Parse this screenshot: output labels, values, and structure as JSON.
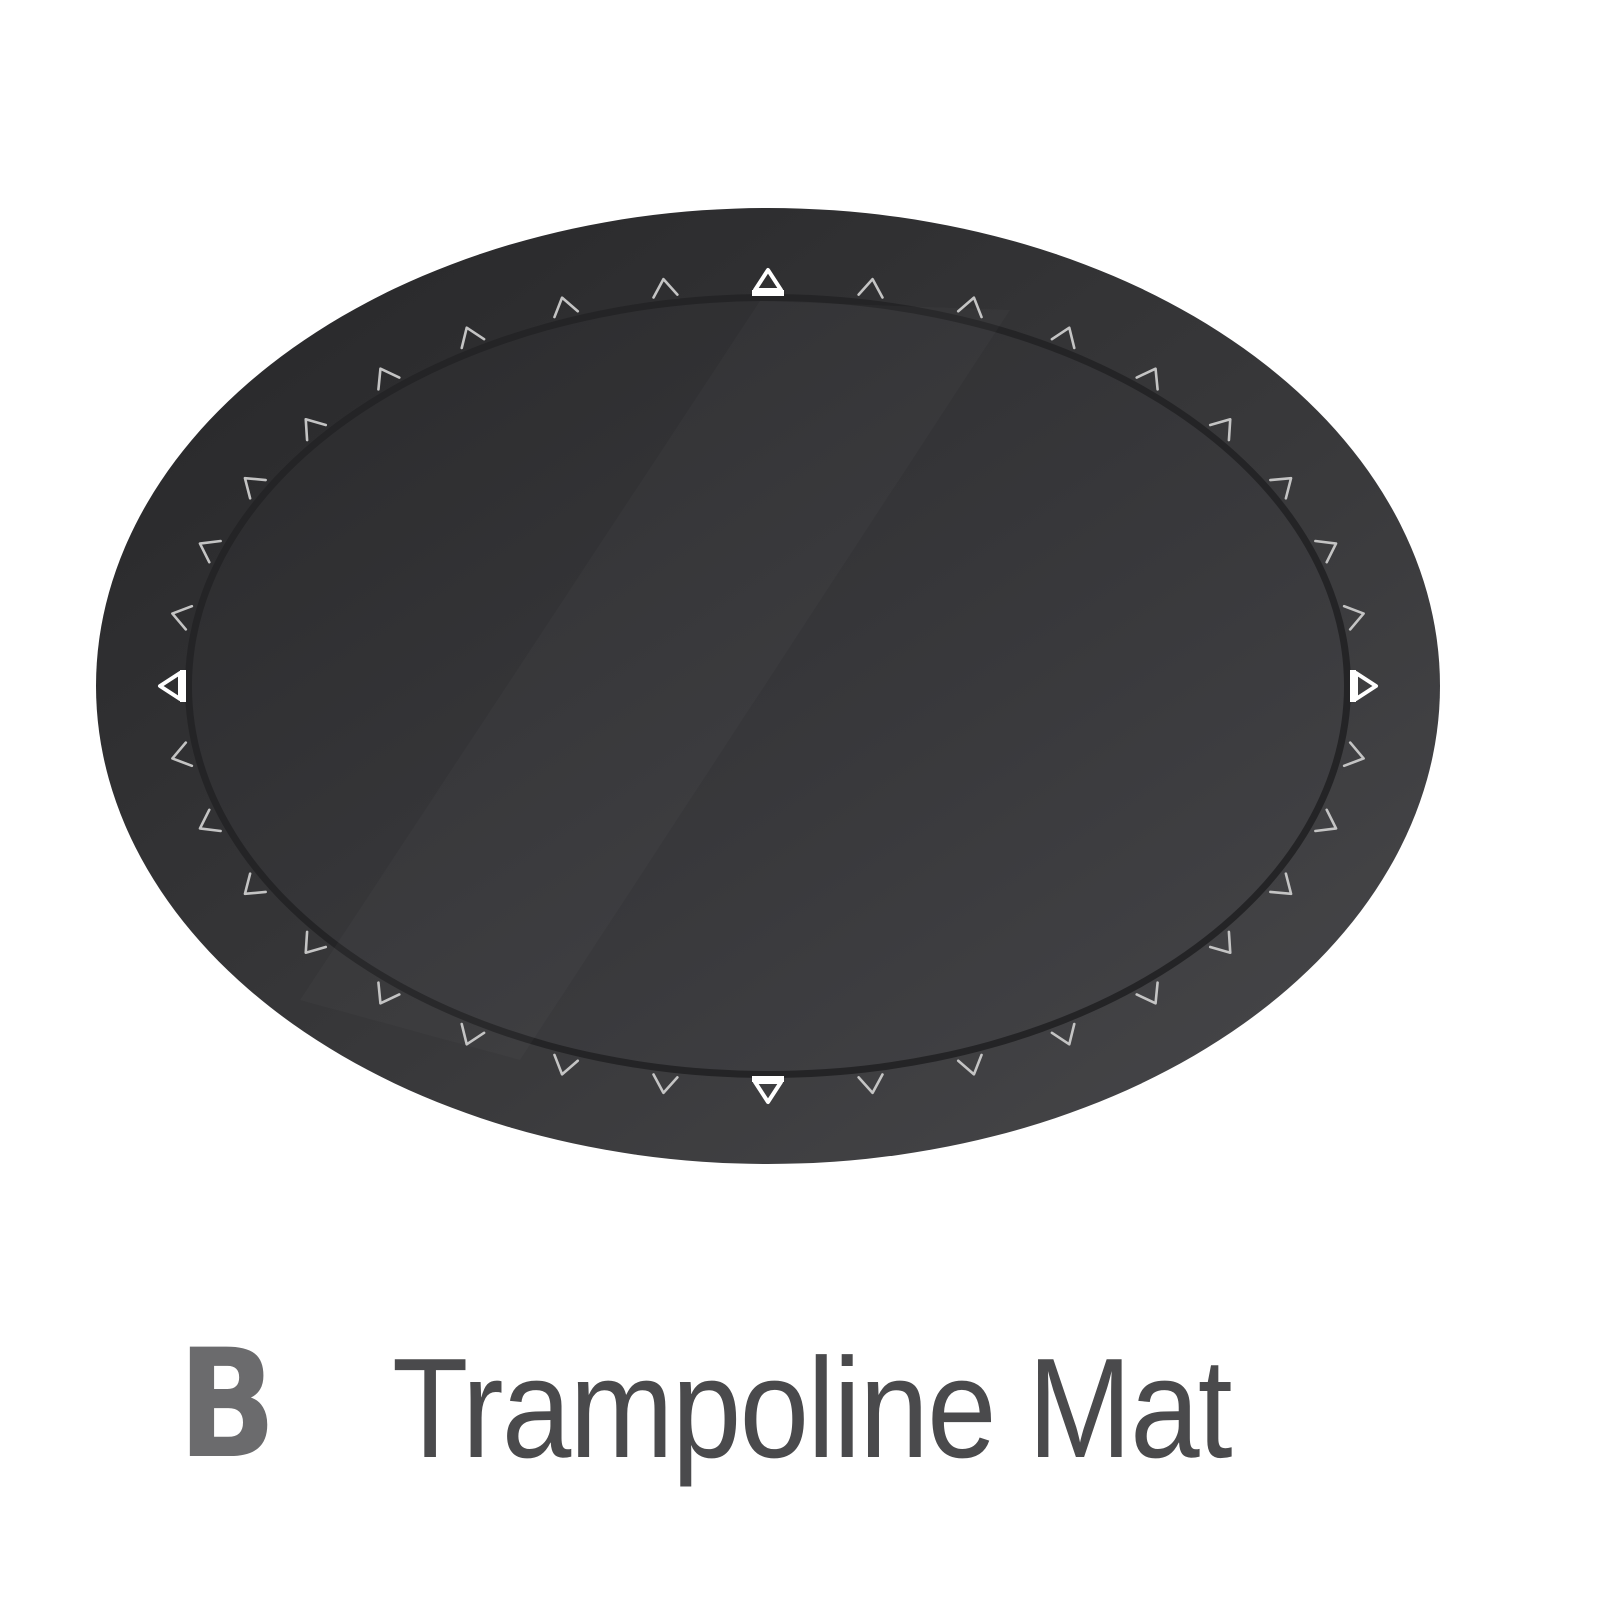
{
  "figure": {
    "subject": "trampoline-mat",
    "colors": {
      "mat_dark": "#2b2b2d",
      "mat_light": "#48484b",
      "inner_border": "#242426",
      "marker": "#c4c4c4",
      "marker_cardinal": "#ffffff",
      "letter": "#6b6b6d",
      "name": "#4a4a4c"
    },
    "attachment_markers_per_quadrant": 9,
    "marker_icon": "v-ring-icon",
    "cardinal_marker_icon": "triangle-clip-icon"
  },
  "caption": {
    "letter": "B",
    "name": "Trampoline Mat"
  }
}
